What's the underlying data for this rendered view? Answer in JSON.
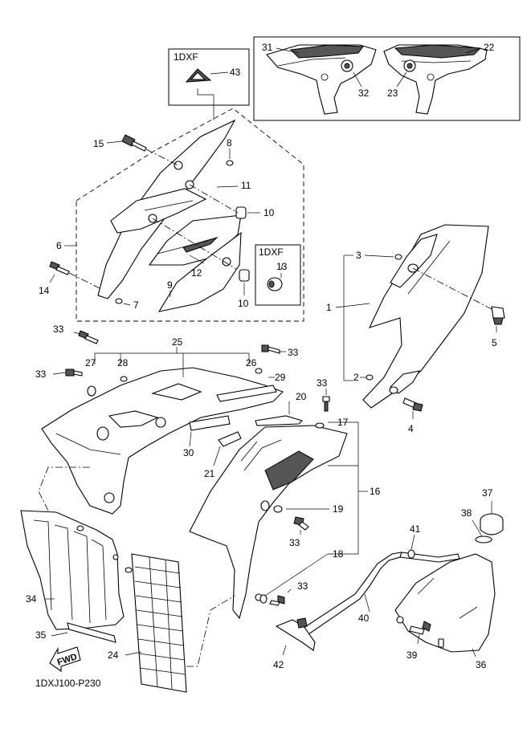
{
  "reference_code": "1DXJ100-P230",
  "fwd_label": "FWD",
  "variant_labels": {
    "box_43": "1DXF",
    "box_13": "1DXF"
  },
  "callouts": {
    "c1": "1",
    "c2": "2",
    "c3": "3",
    "c4": "4",
    "c5": "5",
    "c6": "6",
    "c7": "7",
    "c8": "8",
    "c9": "9",
    "c10a": "10",
    "c10b": "10",
    "c11": "11",
    "c12": "12",
    "c13": "13",
    "c14": "14",
    "c15": "15",
    "c16": "16",
    "c17": "17",
    "c18": "18",
    "c19": "19",
    "c20": "20",
    "c21": "21",
    "c22": "22",
    "c23": "23",
    "c24": "24",
    "c25": "25",
    "c26": "26",
    "c27": "27",
    "c28": "28",
    "c29": "29",
    "c30": "30",
    "c31": "31",
    "c32": "32",
    "c33a": "33",
    "c33b": "33",
    "c33c": "33",
    "c33d": "33",
    "c33e": "33",
    "c33f": "33",
    "c34": "34",
    "c35": "35",
    "c36": "36",
    "c37": "37",
    "c38": "38",
    "c39": "39",
    "c40": "40",
    "c41": "41",
    "c42": "42",
    "c43": "43"
  }
}
